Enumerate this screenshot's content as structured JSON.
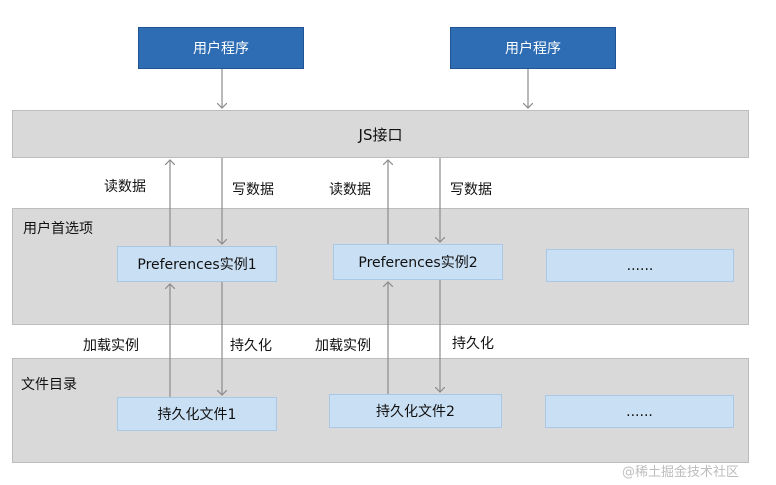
{
  "user_programs": [
    "用户程序",
    "用户程序"
  ],
  "js_interface": "JS接口",
  "flow_labels": {
    "read": "读数据",
    "write": "写数据",
    "load": "加载实例",
    "persist": "持久化"
  },
  "preferences_layer": {
    "title": "用户首选项",
    "instances": [
      "Preferences实例1",
      "Preferences实例2",
      "......"
    ]
  },
  "file_layer": {
    "title": "文件目录",
    "files": [
      "持久化文件1",
      "持久化文件2",
      "......"
    ]
  },
  "watermark": "@稀土掘金技术社区",
  "colors": {
    "user_box": "#2e6db4",
    "layer": "#d9d9d9",
    "instance": "#c9dff4",
    "arrow": "#8c8c8c"
  }
}
